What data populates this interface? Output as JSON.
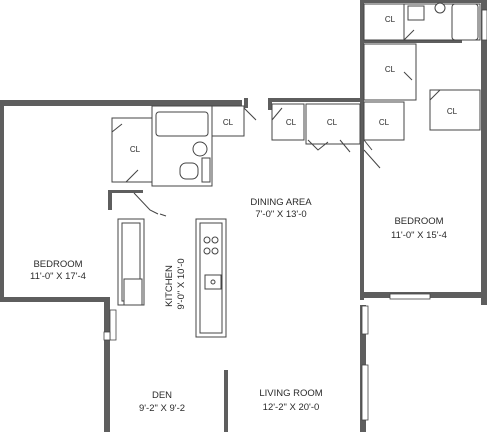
{
  "rooms": {
    "bedroom_left": {
      "name": "BEDROOM",
      "size": "11'-0\" X 17'-4"
    },
    "kitchen": {
      "name": "KITCHEN",
      "size": "9'-0\" X 10'-0"
    },
    "dining": {
      "name": "DINING AREA",
      "size": "7'-0\" X 13'-0"
    },
    "bedroom_right": {
      "name": "BEDROOM",
      "size": "11'-0\" X 15'-4"
    },
    "den": {
      "name": "DEN",
      "size": "9'-2\" X 9'-2"
    },
    "living": {
      "name": "LIVING ROOM",
      "size": "12'-2\" X 20'-0"
    }
  },
  "closet_label": "CL"
}
